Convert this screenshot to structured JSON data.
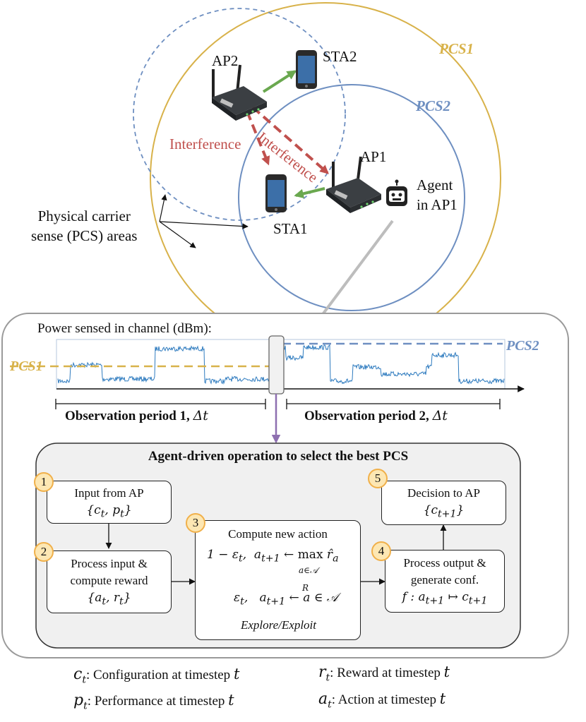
{
  "labels": {
    "pcs1": "PCS1",
    "pcs2": "PCS2",
    "ap1": "AP1",
    "ap2": "AP2",
    "sta1": "STA1",
    "sta2": "STA2",
    "interference": "Interference",
    "agent_line1": "Agent",
    "agent_line2": "in AP1",
    "pcs_areas_line1": "Physical carrier",
    "pcs_areas_line2": "sense (PCS) areas",
    "power_title": "Power sensed in channel (dBm):",
    "obs1": "Observation period 1,",
    "obs2": "Observation period 2,",
    "delta_t": "Δt"
  },
  "operation": {
    "title": "Agent-driven operation to select the best PCS",
    "step1": {
      "num": "1",
      "line1": "Input from AP",
      "line2": "{c_t, p_t}"
    },
    "step2": {
      "num": "2",
      "line1": "Process input &",
      "line2": "compute reward",
      "line3": "{a_t, r_t}"
    },
    "step3": {
      "num": "3",
      "title": "Compute new action",
      "case1": "1 − ε_t,  a_{t+1} ← max r̂_a",
      "case1_sub": "a∈𝒜",
      "case2": "ε_t,   a_{t+1} ← a ∈ 𝒜",
      "case2_sup": "R",
      "footer": "Explore/Exploit"
    },
    "step4": {
      "num": "4",
      "line1": "Process output &",
      "line2": "generate conf.",
      "line3": "f : a_{t+1} ↦ c_{t+1}"
    },
    "step5": {
      "num": "5",
      "line1": "Decision to AP",
      "line2": "{c_{t+1}}"
    }
  },
  "legend": {
    "c_sym": "c_t",
    "c_text": ": Configuration at timestep",
    "p_sym": "p_t",
    "p_text": ": Performance at timestep",
    "r_sym": "r_t",
    "r_text": ": Reward at timestep",
    "a_sym": "a_t",
    "a_text": ": Action at timestep",
    "t": "t"
  },
  "colors": {
    "pcs1": "#d8b24a",
    "pcs2": "#6e8fc1",
    "interference": "#c0504d",
    "signal": "#2e7bbf",
    "green_arrow": "#6aa84f",
    "purple_arrow": "#8e6fb0",
    "number_fill": "#fde7b3",
    "number_border": "#f0b04a"
  }
}
